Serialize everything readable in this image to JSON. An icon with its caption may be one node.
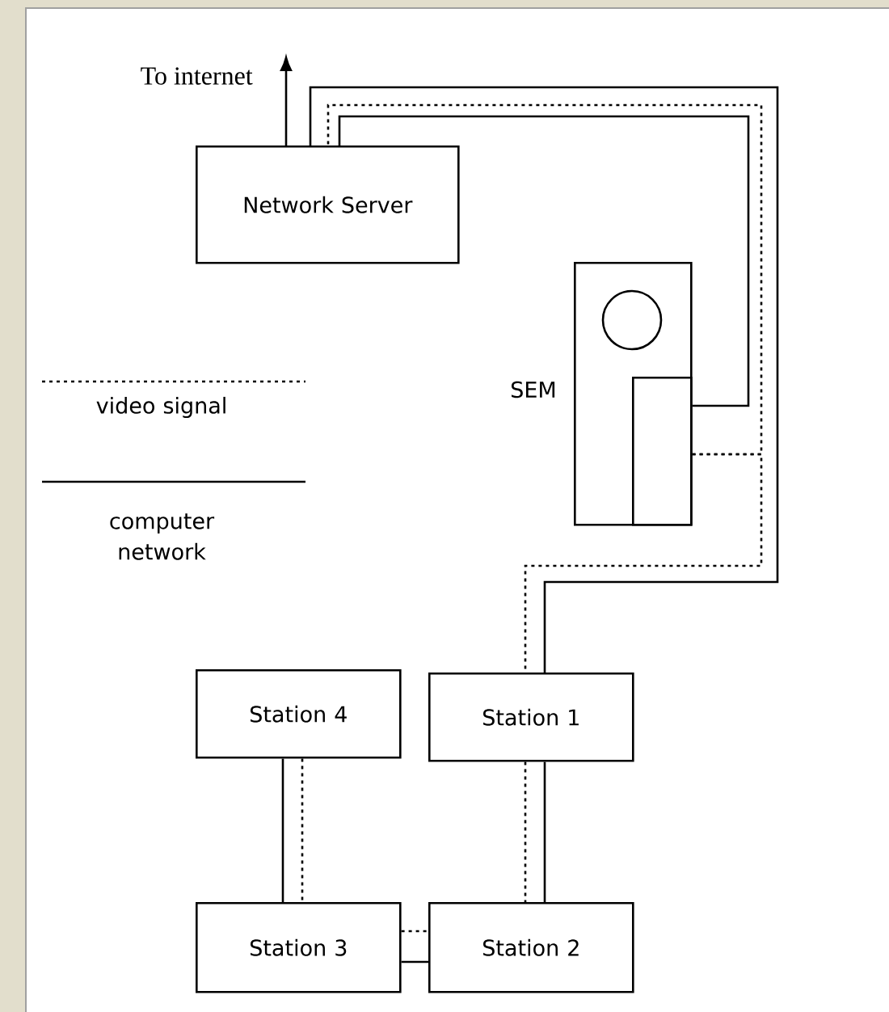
{
  "diagram": {
    "nodes": [
      {
        "text": [
          "Network Server"
        ]
      },
      {
        "text": [
          "SEM"
        ]
      },
      {
        "text": [],
        "shape": "box",
        "in": 1
      },
      {
        "text": [
          "Station 4"
        ]
      },
      {
        "text": [
          "Station 1"
        ]
      },
      {
        "text": [
          "Station 3"
        ]
      },
      {
        "text": [
          "Station 2"
        ]
      }
    ],
    "edges": [
      {
        "from": 0,
        "to": null,
        "arrow": "to"
      },
      {
        "from": 0,
        "to": 4,
        "arrow": "none"
      },
      {
        "from": 0,
        "to": 2,
        "arrow": "none"
      },
      {
        "from": 2,
        "to": 0,
        "arrow": "none",
        "style": "dashed"
      },
      {
        "from": 2,
        "to": 4,
        "arrow": "none",
        "style": "dashed"
      },
      {
        "from": 4,
        "to": 6,
        "arrow": "none"
      },
      {
        "from": 4,
        "to": 6,
        "arrow": "none",
        "style": "dashed"
      },
      {
        "from": 3,
        "to": 5,
        "arrow": "none"
      },
      {
        "from": 3,
        "to": 5,
        "arrow": "none",
        "style": "dashed"
      },
      {
        "from": 5,
        "to": 6,
        "arrow": "none"
      },
      {
        "from": 5,
        "to": 6,
        "arrow": "none",
        "style": "dashed"
      }
    ],
    "labels": [
      "To internet"
    ],
    "legend": [
      {
        "text": "video signal"
      },
      {
        "text": "computer network"
      }
    ]
  }
}
